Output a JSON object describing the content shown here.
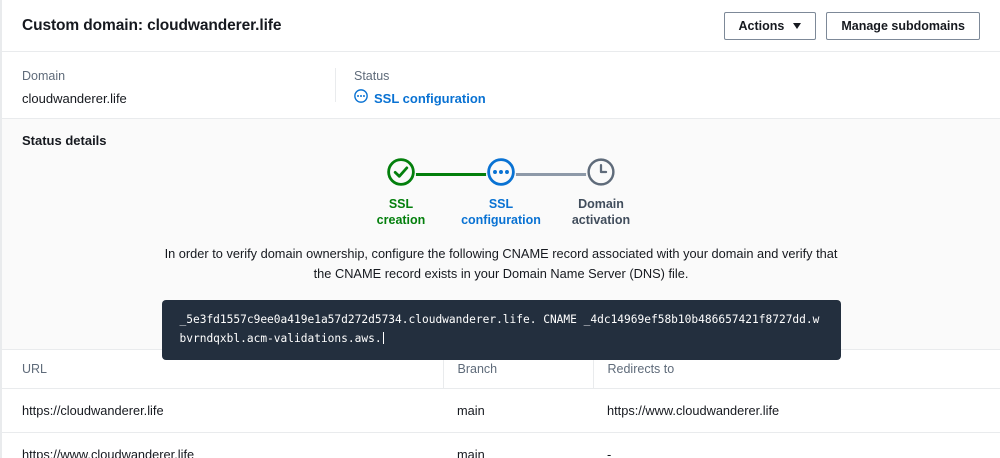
{
  "header": {
    "title": "Custom domain: cloudwanderer.life",
    "actions_label": "Actions",
    "manage_subdomains_label": "Manage subdomains"
  },
  "summary": {
    "domain_label": "Domain",
    "domain_value": "cloudwanderer.life",
    "status_label": "Status",
    "status_value": "SSL configuration",
    "status_icon": "in-progress-dots-icon",
    "status_color": "#0972d3"
  },
  "status_details": {
    "title": "Status details",
    "steps": [
      {
        "icon": "check-circle-icon",
        "line1": "SSL",
        "line2": "creation",
        "state": "complete",
        "color": "#037f0c"
      },
      {
        "icon": "in-progress-dots-icon",
        "line1": "SSL",
        "line2": "configuration",
        "state": "in-progress",
        "color": "#0972d3"
      },
      {
        "icon": "clock-icon",
        "line1": "Domain",
        "line2": "activation",
        "state": "pending",
        "color": "#414d5c"
      }
    ],
    "instructions": "In order to verify domain ownership, configure the following CNAME record associated with your domain and verify that the CNAME record exists in your Domain Name Server (DNS) file.",
    "cname_record": "_5e3fd1557c9ee0a419e1a57d272d5734.cloudwanderer.life. CNAME _4dc14969ef58b10b486657421f8727dd.wbvrndqxbl.acm-validations.aws."
  },
  "table": {
    "columns": [
      "URL",
      "Branch",
      "Redirects to"
    ],
    "rows": [
      {
        "url": "https://cloudwanderer.life",
        "branch": "main",
        "redirect": "https://www.cloudwanderer.life"
      },
      {
        "url": "https://www.cloudwanderer.life",
        "branch": "main",
        "redirect": "-"
      }
    ]
  }
}
